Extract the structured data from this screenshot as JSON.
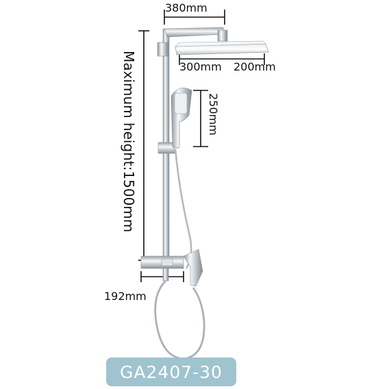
{
  "dimensions": {
    "head_length": "380mm",
    "head_width": "300mm",
    "head_depth": "200mm",
    "hand_shower_length": "250mm",
    "max_height": "Maximum height:1500mm",
    "mixer_spacing": "192mm"
  },
  "model_code": "GA2407-30",
  "colors": {
    "badge": "#9fc3cf",
    "chrome_light": "#f4f6f8",
    "chrome_dark": "#8a9298"
  }
}
